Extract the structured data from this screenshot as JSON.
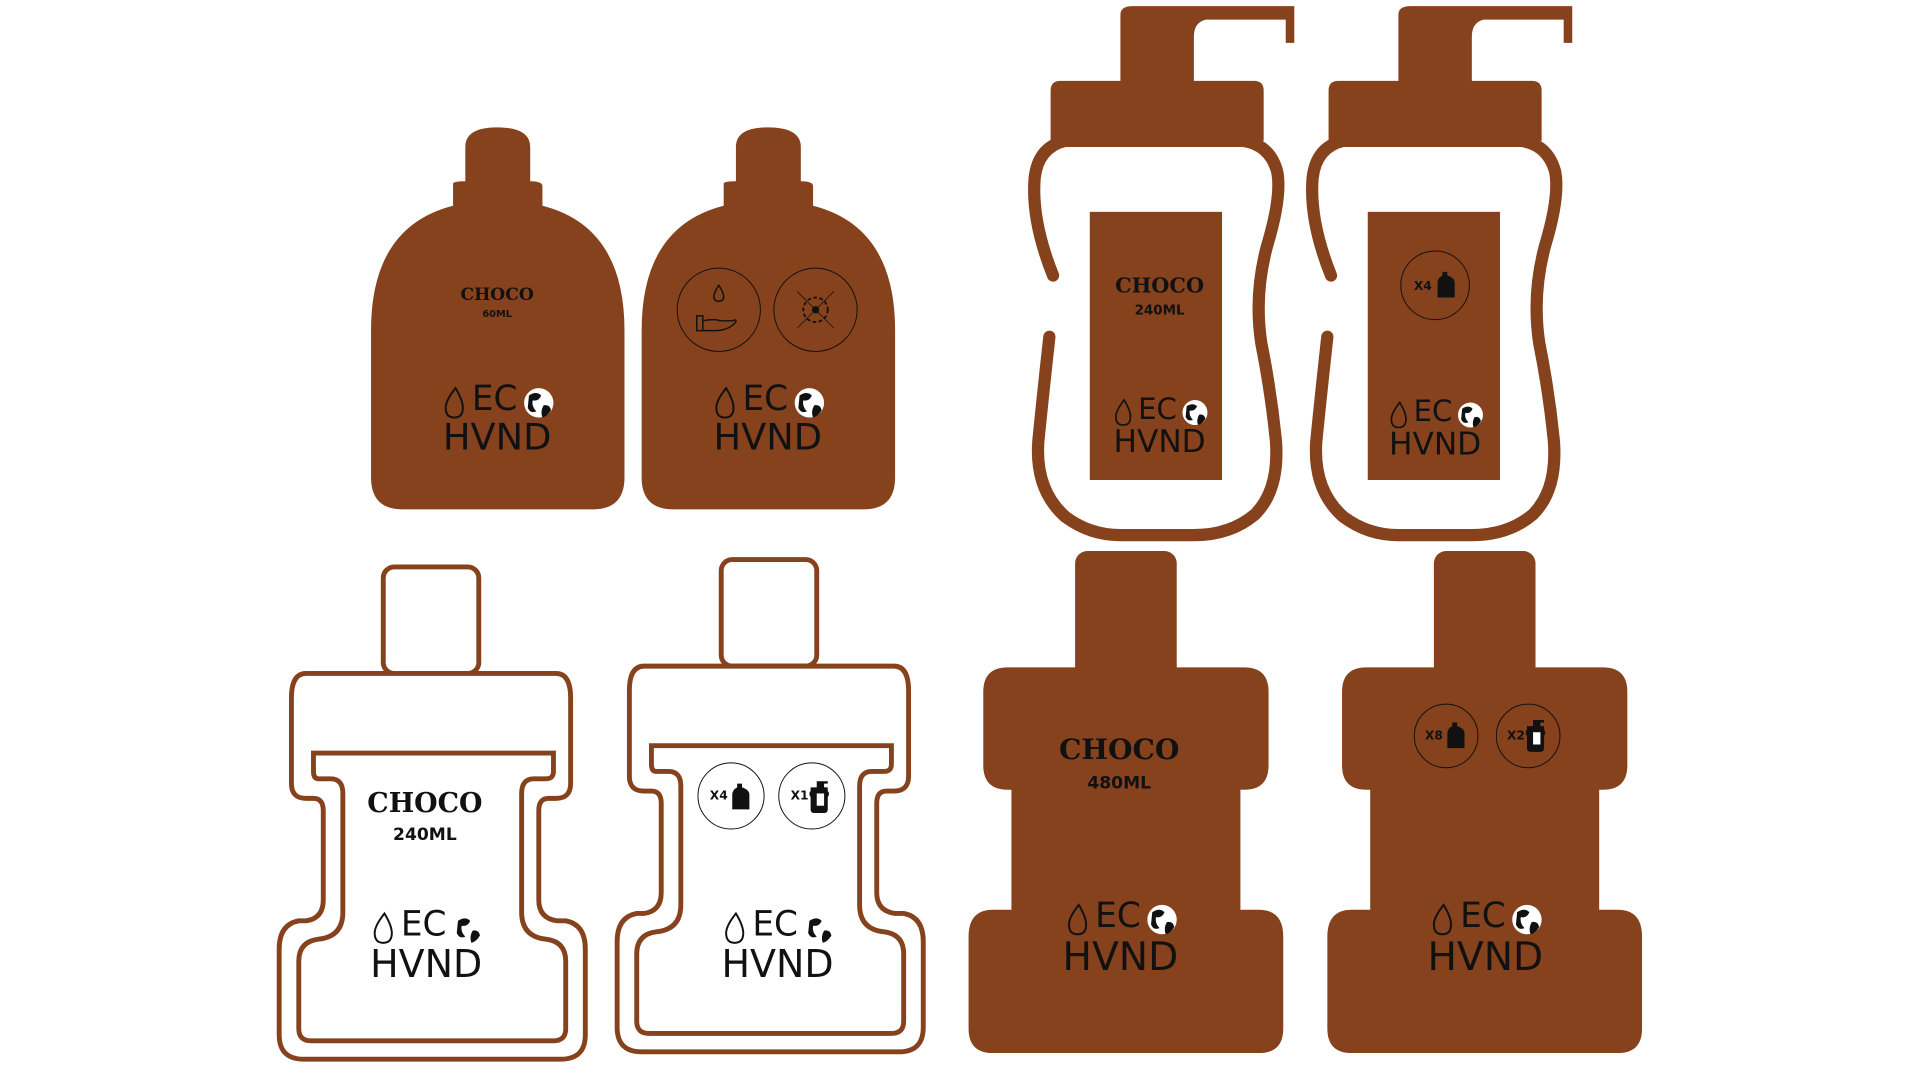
{
  "colors": {
    "brown": "#86421D",
    "ink": "#111111",
    "background": "#FFFFFF"
  },
  "brand": {
    "eco": "EC",
    "name": "HVND"
  },
  "bottles": [
    {
      "id": "small-front",
      "product": "CHOCO",
      "volume": "60ML"
    },
    {
      "id": "small-back",
      "icons": [
        "hand-drop-icon",
        "no-virus-icon"
      ]
    },
    {
      "id": "pump-front",
      "product": "CHOCO",
      "volume": "240ML"
    },
    {
      "id": "pump-back",
      "badge": "X4"
    },
    {
      "id": "outline-front",
      "product": "CHOCO",
      "volume": "240ML"
    },
    {
      "id": "outline-back",
      "badges": [
        "X4",
        "X1"
      ]
    },
    {
      "id": "large-front",
      "product": "CHOCO",
      "volume": "480ML"
    },
    {
      "id": "large-back",
      "badges": [
        "X8",
        "X2"
      ]
    }
  ]
}
